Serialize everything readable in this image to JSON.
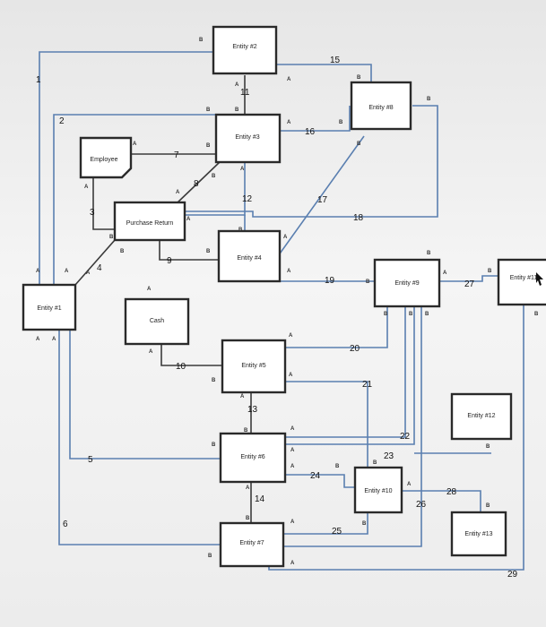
{
  "entities": {
    "e1": "Entity #1",
    "e2": "Entity #2",
    "e3": "Entity #3",
    "e4": "Entity #4",
    "e5": "Entity #5",
    "e6": "Entity #6",
    "e7": "Entity #7",
    "e8": "Entity #8",
    "e9": "Entity #9",
    "e10": "Entity #10",
    "e11": "Entity #11",
    "e12": "Entity #12",
    "e13": "Entity #13",
    "employee": "Employee",
    "purchase_return": "Purchase Return",
    "cash": "Cash"
  },
  "relationship_numbers": [
    "1",
    "2",
    "3",
    "4",
    "5",
    "6",
    "7",
    "8",
    "9",
    "10",
    "11",
    "12",
    "13",
    "14",
    "15",
    "16",
    "17",
    "18",
    "19",
    "20",
    "21",
    "22",
    "23",
    "24",
    "25",
    "26",
    "27",
    "28",
    "29"
  ],
  "cardinality": {
    "a": "A",
    "b": "B"
  }
}
